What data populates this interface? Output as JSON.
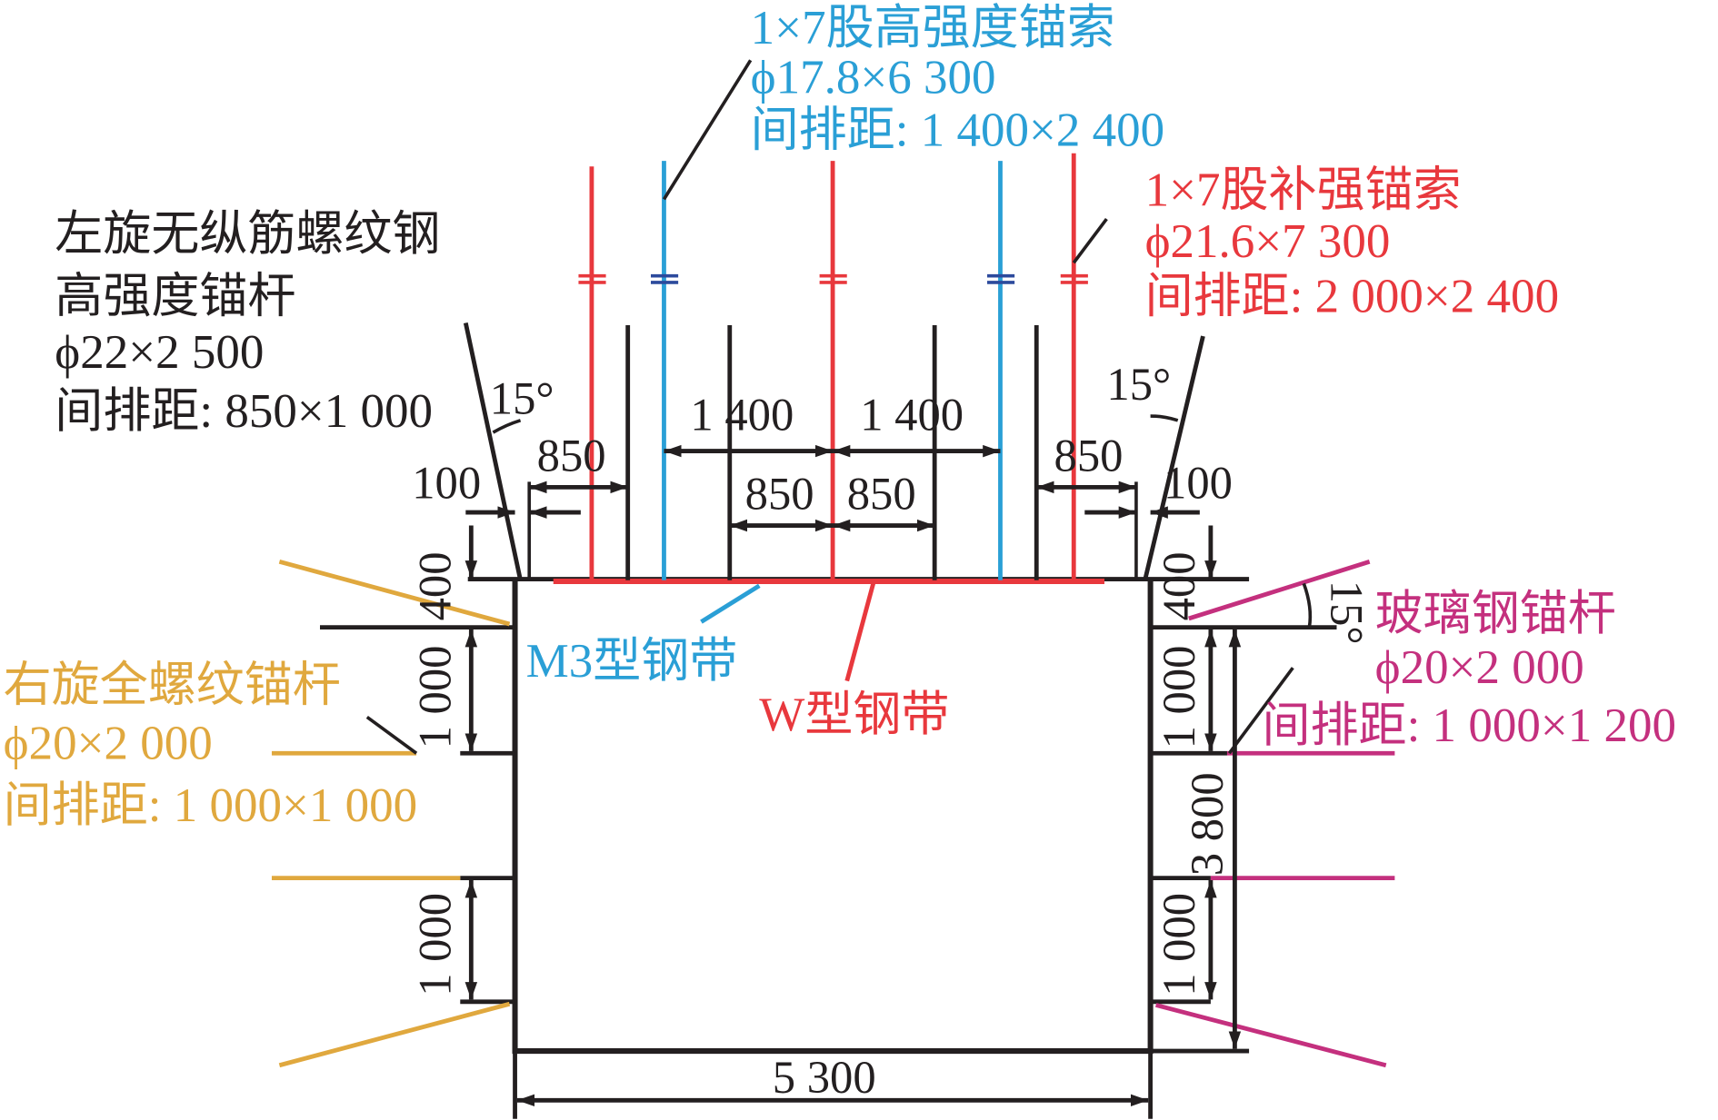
{
  "colors": {
    "black": "#231f20",
    "red": "#e8383d",
    "blue": "#2a9fd6",
    "orange": "#e0a83e",
    "magenta": "#c4307e",
    "dark_blue": "#2c4a9c"
  },
  "labels": {
    "cable_high": [
      "1×7股高强度锚索",
      "ϕ17.8×6 300",
      "间排距: 1 400×2 400"
    ],
    "cable_reinf": [
      "1×7股补强锚索",
      "ϕ21.6×7 300",
      "间排距: 2 000×2 400"
    ],
    "bolt_left_top": [
      "左旋无纵筋螺纹钢",
      "高强度锚杆",
      "ϕ22×2 500",
      "间排距: 850×1 000"
    ],
    "bolt_right_side": [
      "右旋全螺纹锚杆",
      "ϕ20×2 000",
      "间排距: 1 000×1 000"
    ],
    "bolt_frp": [
      "玻璃钢锚杆",
      "ϕ20×2 000",
      "间排距: 1 000×1 200"
    ],
    "m3_band": "M3型钢带",
    "w_band": "W型钢带"
  },
  "dims": {
    "angle": "15°",
    "d1400": "1 400",
    "d850": "850",
    "d100": "100",
    "d400": "400",
    "d1000": "1 000",
    "d3800": "3 800",
    "d5300": "5 300"
  }
}
